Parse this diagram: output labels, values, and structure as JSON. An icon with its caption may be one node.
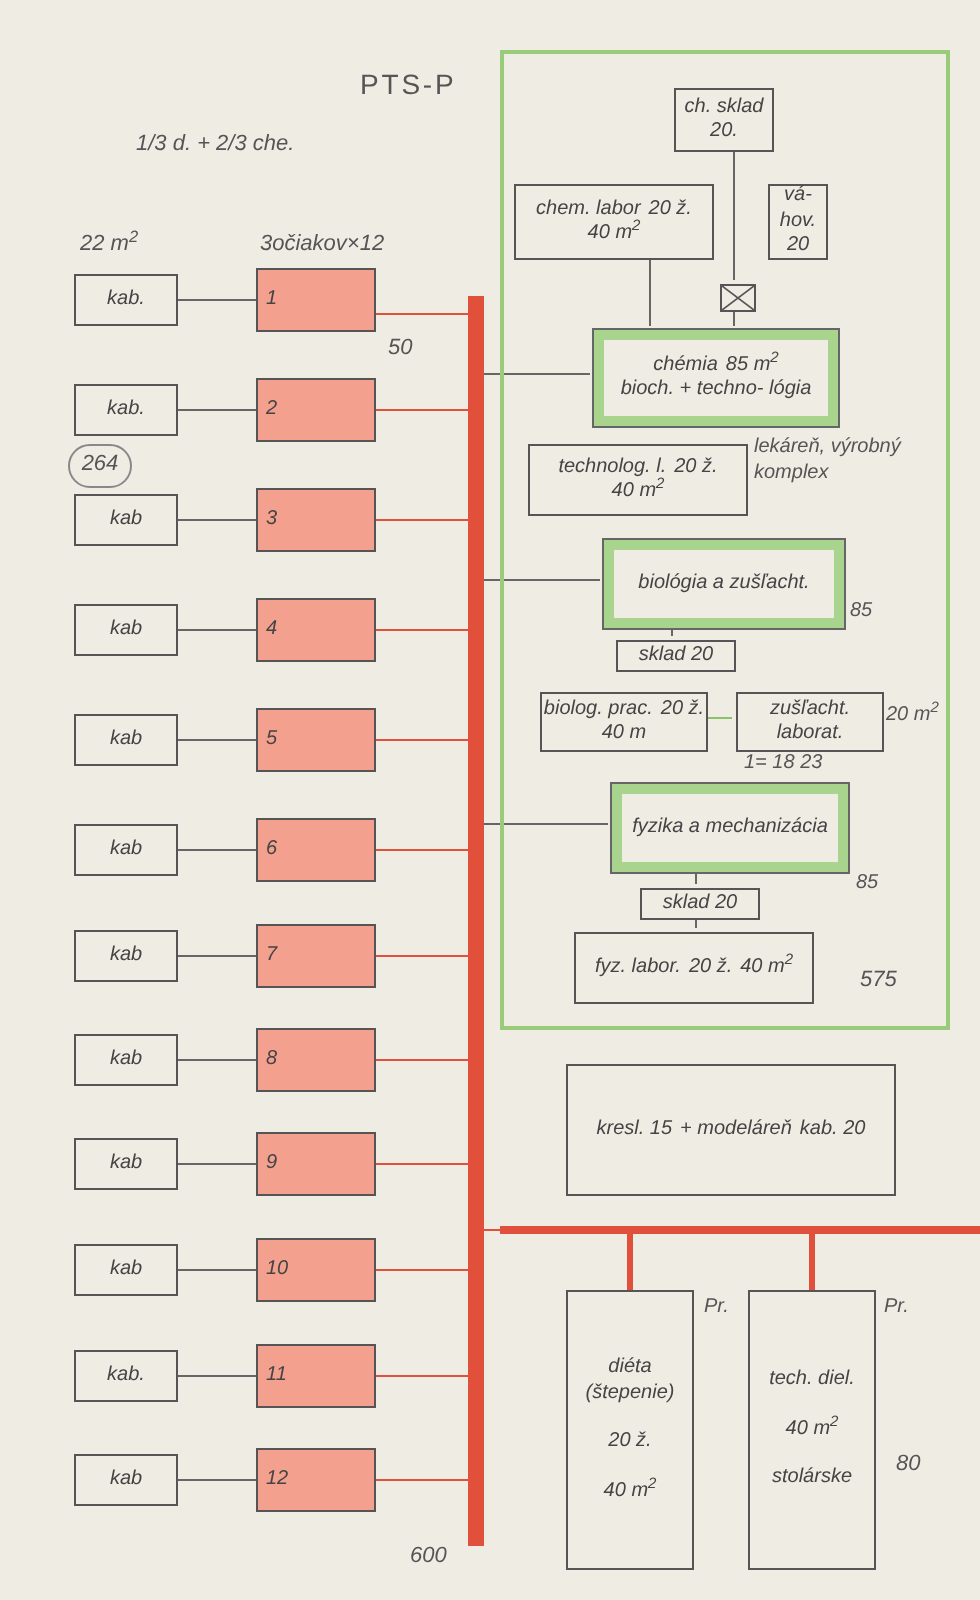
{
  "diagram": {
    "title": "PTS-P",
    "nodes": [
      {
        "text": [
          "kab."
        ]
      },
      {
        "text": [
          "kab."
        ]
      },
      {
        "text": [
          "kab"
        ]
      },
      {
        "text": [
          "kab"
        ]
      },
      {
        "text": [
          "kab"
        ]
      },
      {
        "text": [
          "kab"
        ]
      },
      {
        "text": [
          "kab"
        ]
      },
      {
        "text": [
          "kab"
        ]
      },
      {
        "text": [
          "kab"
        ]
      },
      {
        "text": [
          "kab"
        ]
      },
      {
        "text": [
          "kab."
        ]
      },
      {
        "text": [
          "kab"
        ]
      },
      {
        "text": [
          "1"
        ]
      },
      {
        "text": [
          "2"
        ]
      },
      {
        "text": [
          "3"
        ]
      },
      {
        "text": [
          "4"
        ]
      },
      {
        "text": [
          "5"
        ]
      },
      {
        "text": [
          "6"
        ]
      },
      {
        "text": [
          "7"
        ]
      },
      {
        "text": [
          "8"
        ]
      },
      {
        "text": [
          "9"
        ]
      },
      {
        "text": [
          "10"
        ]
      },
      {
        "text": [
          "11"
        ]
      },
      {
        "text": [
          "12"
        ]
      },
      {
        "text": [],
        "shape": "bar"
      },
      {
        "text": [],
        "shape": "bar"
      },
      {
        "text": [],
        "shape": "box"
      },
      {
        "text": [
          "ch. sklad 20."
        ],
        "in": 26
      },
      {
        "text": [
          "chem. labor",
          "20 ž.",
          "40 m$^{2}$"
        ],
        "in": 26
      },
      {
        "text": [
          "vá- hov. 20"
        ],
        "in": 26
      },
      {
        "text": [],
        "shape": "box",
        "in": 26
      },
      {
        "text": [
          "chémia",
          "85 m$^{2}$",
          "bioch. + techno- lógia"
        ],
        "in": 26
      },
      {
        "text": [
          "technolog. l.",
          "20 ž.",
          "40 m$^{2}$"
        ],
        "in": 26,
        "beside": [
          "lekáreň, výrobný komplex"
        ]
      },
      {
        "text": [
          "biológia a zušľacht."
        ],
        "in": 26,
        "beside": [
          "85"
        ]
      },
      {
        "text": [
          "sklad 20"
        ],
        "in": 26
      },
      {
        "text": [
          "biolog. prac.",
          "20 ž.",
          "40 m"
        ],
        "in": 26
      },
      {
        "text": [
          "zušľacht. laborat."
        ],
        "in": 26,
        "beside": [
          "20 m$^{2}$",
          "1= 18 23"
        ]
      },
      {
        "text": [
          "fyzika a mechanizácia"
        ],
        "in": 26,
        "beside": [
          "85"
        ]
      },
      {
        "text": [
          "sklad 20"
        ],
        "in": 26
      },
      {
        "text": [
          "fyz. labor.",
          "20 ž.",
          "40 m$^{2}$"
        ],
        "in": 26
      },
      {
        "text": [
          "kresl. 15",
          "+ modeláreň",
          "kab. 20"
        ]
      },
      {
        "text": [
          "diéta (štepenie)",
          "20 ž.",
          "40 m$^{2}$"
        ],
        "beside": [
          "Pr."
        ]
      },
      {
        "text": [
          "tech. diel.",
          "40 m$^{2}$",
          "stolárske"
        ],
        "beside": [
          "Pr."
        ]
      }
    ],
    "edges": [
      {
        "from": 0,
        "to": 12,
        "arrow": "none"
      },
      {
        "from": 1,
        "to": 13,
        "arrow": "none"
      },
      {
        "from": 2,
        "to": 14,
        "arrow": "none"
      },
      {
        "from": 3,
        "to": 15,
        "arrow": "none"
      },
      {
        "from": 4,
        "to": 16,
        "arrow": "none"
      },
      {
        "from": 5,
        "to": 17,
        "arrow": "none"
      },
      {
        "from": 6,
        "to": 18,
        "arrow": "none"
      },
      {
        "from": 7,
        "to": 19,
        "arrow": "none"
      },
      {
        "from": 8,
        "to": 20,
        "arrow": "none"
      },
      {
        "from": 9,
        "to": 21,
        "arrow": "none"
      },
      {
        "from": 10,
        "to": 22,
        "arrow": "none"
      },
      {
        "from": 11,
        "to": 23,
        "arrow": "none"
      },
      {
        "from": 12,
        "to": 24,
        "arrow": "none",
        "color": "#e0503a"
      },
      {
        "from": 13,
        "to": 24,
        "arrow": "none",
        "color": "#e0503a"
      },
      {
        "from": 14,
        "to": 24,
        "arrow": "none",
        "color": "#e0503a"
      },
      {
        "from": 15,
        "to": 24,
        "arrow": "none",
        "color": "#e0503a"
      },
      {
        "from": 16,
        "to": 24,
        "arrow": "none",
        "color": "#e0503a"
      },
      {
        "from": 17,
        "to": 24,
        "arrow": "none",
        "color": "#e0503a"
      },
      {
        "from": 18,
        "to": 24,
        "arrow": "none",
        "color": "#e0503a"
      },
      {
        "from": 19,
        "to": 24,
        "arrow": "none",
        "color": "#e0503a"
      },
      {
        "from": 20,
        "to": 24,
        "arrow": "none",
        "color": "#e0503a"
      },
      {
        "from": 21,
        "to": 24,
        "arrow": "none",
        "color": "#e0503a"
      },
      {
        "from": 22,
        "to": 24,
        "arrow": "none",
        "color": "#e0503a"
      },
      {
        "from": 23,
        "to": 24,
        "arrow": "none",
        "color": "#e0503a"
      },
      {
        "from": 24,
        "to": 31,
        "arrow": "none"
      },
      {
        "from": 24,
        "to": 33,
        "arrow": "none"
      },
      {
        "from": 24,
        "to": 37,
        "arrow": "none"
      },
      {
        "from": 27,
        "to": 30,
        "arrow": "none"
      },
      {
        "from": 30,
        "to": 31,
        "arrow": "none"
      },
      {
        "from": 28,
        "to": 31,
        "arrow": "none"
      },
      {
        "from": 33,
        "to": 34,
        "arrow": "none"
      },
      {
        "from": 35,
        "to": 36,
        "arrow": "none",
        "color": "#8cc36a"
      },
      {
        "from": 37,
        "to": 38,
        "arrow": "none"
      },
      {
        "from": 38,
        "to": 39,
        "arrow": "none"
      },
      {
        "from": 24,
        "to": 25,
        "arrow": "none",
        "color": "#e0503a"
      },
      {
        "from": 25,
        "to": 41,
        "arrow": "none",
        "style": "thick",
        "color": "#e0503a"
      },
      {
        "from": 25,
        "to": 42,
        "arrow": "none",
        "style": "thick",
        "color": "#e0503a"
      }
    ],
    "labels": [
      "1/3 d. + 2/3 che.",
      "22 m$^{2}$",
      "3očiakov×12",
      "50",
      "264",
      "575",
      "600",
      "80"
    ]
  }
}
